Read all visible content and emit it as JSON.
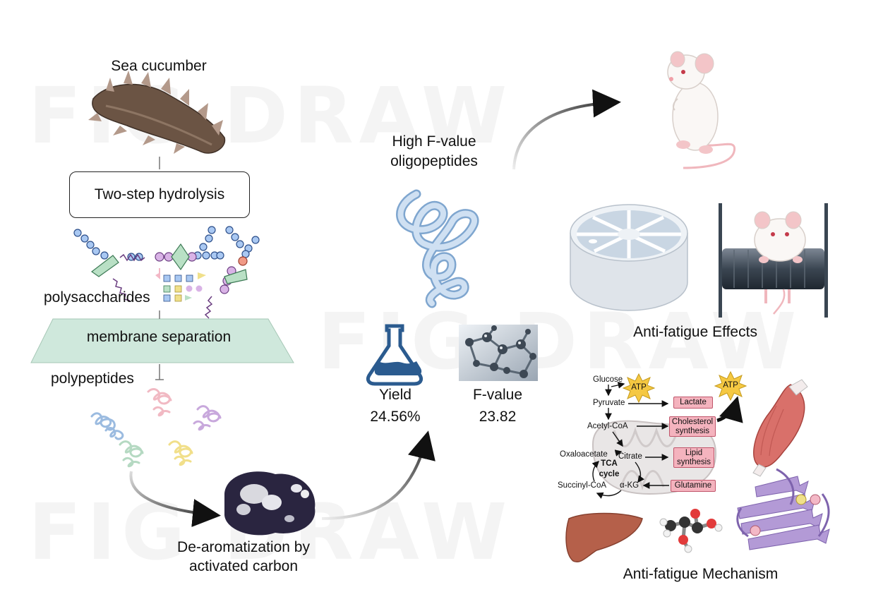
{
  "labels": {
    "sea_cucumber": "Sea cucumber",
    "two_step": "Two-step hydrolysis",
    "polysaccharides": "polysaccharides",
    "membrane": "membrane separation",
    "polypeptides": "polypeptides",
    "dearom_1": "De-aromatization by",
    "dearom_2": "activated carbon",
    "high_f_1": "High F-value",
    "high_f_2": "oligopeptides",
    "yield_label": "Yield",
    "yield_value": "24.56%",
    "fvalue_label": "F-value",
    "fvalue_value": "23.82",
    "anti_effects": "Anti-fatigue Effects",
    "anti_mechanism": "Anti-fatigue Mechanism"
  },
  "pathway": {
    "glucose": "Glucose",
    "pyruvate": "Pyruvate",
    "acetyl_coa": "Acetyl-CoA",
    "oxaloacetate": "Oxaloacetate",
    "citrate": "Citrate",
    "tca_1": "TCA",
    "tca_2": "cycle",
    "succinyl_coa": "Succinyl-CoA",
    "akg": "α-KG",
    "atp_1": "ATP",
    "atp_2": "ATP",
    "lactate": "Lactate",
    "cholesterol_1": "Cholesterol",
    "cholesterol_2": "synthesis",
    "lipid_1": "Lipid",
    "lipid_2": "synthesis",
    "glutamine": "Glutamine"
  },
  "watermark": "FIG DRAW",
  "colors": {
    "membrane": "#cfe8dc",
    "box_pink": "#f4b3be",
    "atp_star": "#f5c842",
    "flask_blue": "#2b5b8f",
    "peptide_blue": "#a9c8e6",
    "muscle": "#d9706a",
    "liver": "#b5604a",
    "protein": "#b39ad6"
  }
}
